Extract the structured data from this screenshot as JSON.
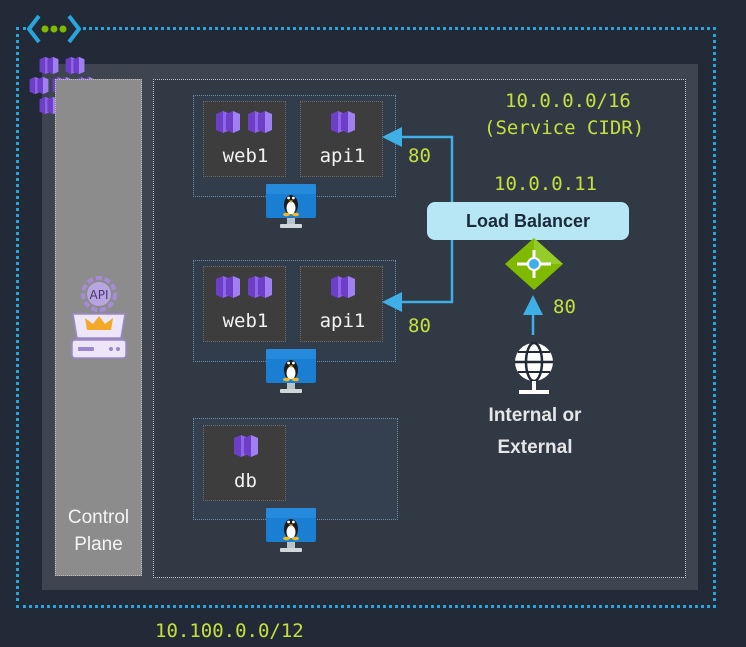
{
  "vnet": {
    "cidr": "10.100.0.0/12",
    "icon": "vnet-icon",
    "border_color": "#2aa4dc"
  },
  "cluster": {
    "icon": "aks-cluster-icon"
  },
  "control_plane": {
    "label_line1": "Control",
    "label_line2": "Plane",
    "icon": "api-server-icon",
    "api_text": "API"
  },
  "nodes": [
    {
      "pods": [
        {
          "label": "web1",
          "icons": 2
        },
        {
          "label": "api1",
          "icons": 1
        }
      ],
      "port": "80",
      "icon": "linux-vm-icon"
    },
    {
      "pods": [
        {
          "label": "web1",
          "icons": 2
        },
        {
          "label": "api1",
          "icons": 1
        }
      ],
      "port": "80",
      "icon": "linux-vm-icon"
    },
    {
      "pods": [
        {
          "label": "db",
          "icons": 1
        }
      ],
      "icon": "linux-vm-icon"
    }
  ],
  "service": {
    "cidr": "10.0.0.0/16",
    "cidr_caption": "(Service CIDR)",
    "lb_ip": "10.0.0.11",
    "lb_label": "Load Balancer",
    "lb_icon": "load-balancer-icon",
    "ingress_port": "80"
  },
  "client": {
    "label_line1": "Internal or",
    "label_line2": "External",
    "icon": "globe-icon"
  },
  "colors": {
    "accent_green": "#c5e03c",
    "arrow_blue": "#3fb0e6",
    "pod_purple": "#7e4fd6"
  }
}
